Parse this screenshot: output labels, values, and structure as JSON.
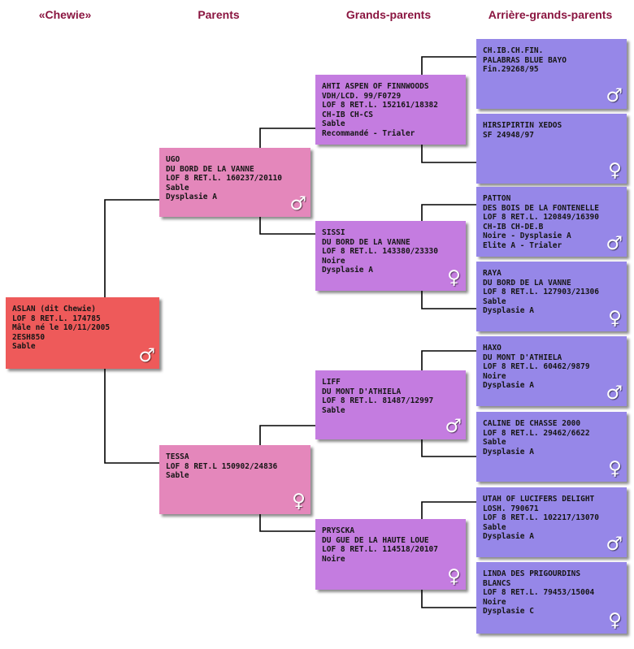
{
  "headers": {
    "subject": "«Chewie»",
    "parents": "Parents",
    "grandparents": "Grands-parents",
    "great_grandparents": "Arrière-grands-parents"
  },
  "colors": {
    "header_text": "#8a1540",
    "subject_box": "#ee5a5a",
    "parent_box": "#e487bb",
    "grandparent_box": "#c47ce0",
    "great_grandparent_box": "#9687e8"
  },
  "subject": {
    "lines": [
      "ASLAN (dit Chewie)",
      "LOF 8 RET.L. 174785",
      "Mâle né le 10/11/2005",
      "2ESH850",
      "Sable"
    ],
    "sex_symbol": "♂",
    "sex_icon": "male-symbol-icon"
  },
  "parents": [
    {
      "lines": [
        "UGO",
        "DU BORD DE LA VANNE",
        "LOF 8 RET.L. 160237/20110",
        "Sable",
        "Dysplasie A"
      ],
      "sex_symbol": "♂",
      "sex_icon": "male-symbol-icon"
    },
    {
      "lines": [
        "TESSA",
        "LOF 8 RET.L 150902/24836",
        "Sable"
      ],
      "sex_symbol": "♀",
      "sex_icon": "female-symbol-icon"
    }
  ],
  "grandparents": [
    {
      "lines": [
        "AHTI ASPEN OF FINNWOODS",
        "VDH/LCD. 99/F0729",
        "LOF 8 RET.L. 152161/18382",
        "CH-IB   CH-CS",
        "Sable",
        "Recommandé - Trialer"
      ],
      "sex_symbol": "♂",
      "sex_icon": "male-symbol-icon"
    },
    {
      "lines": [
        "SISSI",
        "DU BORD DE LA VANNE",
        "LOF 8 RET.L. 143380/23330",
        "Noire",
        "Dysplasie A"
      ],
      "sex_symbol": "♀",
      "sex_icon": "female-symbol-icon"
    },
    {
      "lines": [
        "LIFF",
        "DU MONT D'ATHIELA",
        "LOF 8 RET.L. 81487/12997",
        "Sable"
      ],
      "sex_symbol": "♂",
      "sex_icon": "male-symbol-icon"
    },
    {
      "lines": [
        "PRYSCKA",
        "DU GUE DE LA HAUTE LOUE",
        "LOF 8 RET.L. 114518/20107",
        "Noire"
      ],
      "sex_symbol": "♀",
      "sex_icon": "female-symbol-icon"
    }
  ],
  "great_grandparents": [
    {
      "lines": [
        "CH.IB.CH.FIN.",
        "PALABRAS BLUE BAYO",
        "Fin.29268/95"
      ],
      "sex_symbol": "♂",
      "sex_icon": "male-symbol-icon"
    },
    {
      "lines": [
        "HIRSIPIRTIN XEDOS",
        "SF 24948/97"
      ],
      "sex_symbol": "♀",
      "sex_icon": "female-symbol-icon"
    },
    {
      "lines": [
        "PATTON",
        "DES BOIS DE LA FONTENELLE",
        "LOF 8 RET.L. 120849/16390",
        "CH-IB  CH-DE.B",
        "Noire - Dysplasie A",
        "Elite A - Trialer"
      ],
      "sex_symbol": "♂",
      "sex_icon": "male-symbol-icon"
    },
    {
      "lines": [
        "RAYA",
        "DU BORD DE LA VANNE",
        "LOF 8 RET.L. 127903/21306",
        "Sable",
        "Dysplasie A"
      ],
      "sex_symbol": "♀",
      "sex_icon": "female-symbol-icon"
    },
    {
      "lines": [
        "HAXO",
        "DU MONT D'ATHIELA",
        "LOF 8 RET.L. 60462/9879",
        "Noire",
        "Dysplasie A"
      ],
      "sex_symbol": "♂",
      "sex_icon": "male-symbol-icon"
    },
    {
      "lines": [
        "CALINE DE CHASSE 2000",
        "LOF 8 RET.L. 29462/6622",
        "Sable",
        "Dysplasie A"
      ],
      "sex_symbol": "♀",
      "sex_icon": "female-symbol-icon"
    },
    {
      "lines": [
        "UTAH OF LUCIFERS DELIGHT",
        "LOSH. 790671",
        "LOF 8 RET.L. 102217/13070",
        "Sable",
        "Dysplasie A"
      ],
      "sex_symbol": "♂",
      "sex_icon": "male-symbol-icon"
    },
    {
      "lines": [
        "LINDA DES PRIGOURDINS BLANCS",
        "LOF 8 RET.L. 79453/15004",
        "Noire",
        "Dysplasie C"
      ],
      "sex_symbol": "♀",
      "sex_icon": "female-symbol-icon"
    }
  ]
}
